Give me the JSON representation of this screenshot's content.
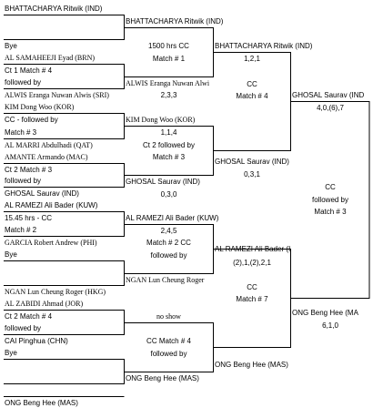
{
  "r1": {
    "p1": "BHATTACHARYA Ritwik (IND)",
    "p2": "Bye",
    "p3": "AL SAMAHEEJI Eyad (BRN)",
    "p3_note": "Ct 1 Match # 4",
    "p3_note2": "followed by",
    "p4": "ALWIS Eranga Nuwan Alwis (SRI)",
    "p5": "KIM Dong Woo (KOR)",
    "p5_note": "CC - followed by",
    "p5_note2": "Match # 3",
    "p6": "AL MARRI Abdulhadi (QAT)",
    "p7": "AMANTE Armando (MAC)",
    "p7_note": "Ct 2 Match # 3",
    "p7_note2": "followed by",
    "p8": "GHOSAL Saurav (IND)",
    "p9": "AL RAMEZI Ali Bader (KUW)",
    "p9_note": "15.45 hrs  -  CC",
    "p9_note2": "Match # 2",
    "p10": "GARCIA Robert Andrew (PHI)",
    "p11": "Bye",
    "p12": "NGAN Lun Cheung Roger (HKG)",
    "p13": "AL ZABIDI Ahmad (JOR)",
    "p13_note": "Ct 2  Match # 4",
    "p13_note2": "followed by",
    "p14": "CAI Pinghua (CHN)",
    "p15": "Bye",
    "p16": "ONG Beng Hee (MAS)"
  },
  "r2": {
    "w1": "BHATTACHARYA Ritwik (IND)",
    "m1_info": "1500 hrs CC",
    "m1_info2": "Match # 1",
    "w2": "ALWIS Eranga Nuwan Alwi",
    "m2_score": "2,3,3",
    "w3": "KIM Dong Woo (KOR)",
    "m3_score": "1,1,4",
    "m3_info": "Ct 2 followed by",
    "m3_info2": "Match # 3",
    "w4": "GHOSAL Saurav (IND)",
    "m4_score": "0,3,0",
    "w5": "AL RAMEZI Ali Bader (KUW)",
    "m5_score": "2,4,5",
    "m5_info": "Match # 2 CC",
    "m5_info2": "followed by",
    "w6": "NGAN Lun Cheung Roger",
    "w7": "no show",
    "m7_info": "CC Match # 4",
    "m7_info2": "followed by",
    "w8": "ONG Beng Hee (MAS)"
  },
  "r3": {
    "w1": "BHATTACHARYA Ritwik (IND)",
    "m1_score": "1,2,1",
    "m2_info": "CC",
    "m2_info2": "Match # 4",
    "w2": "GHOSAL Saurav (IND)",
    "m2_score": "0,3,1",
    "w3": "AL RAMEZI Ali Bader (KUW)",
    "m3_score": "(2),1,(2),2,1",
    "m3_info": "CC",
    "m3_info2": "Match # 7",
    "w4": "ONG Beng Hee (MAS)"
  },
  "r4": {
    "w1": "GHOSAL Saurav (IND",
    "m1_score": "4,0,(6),7",
    "final_info": "CC",
    "final_info2": "followed by",
    "final_info3": "Match # 3",
    "w2": "ONG Beng Hee (MA",
    "m2_score": "6,1,0"
  }
}
